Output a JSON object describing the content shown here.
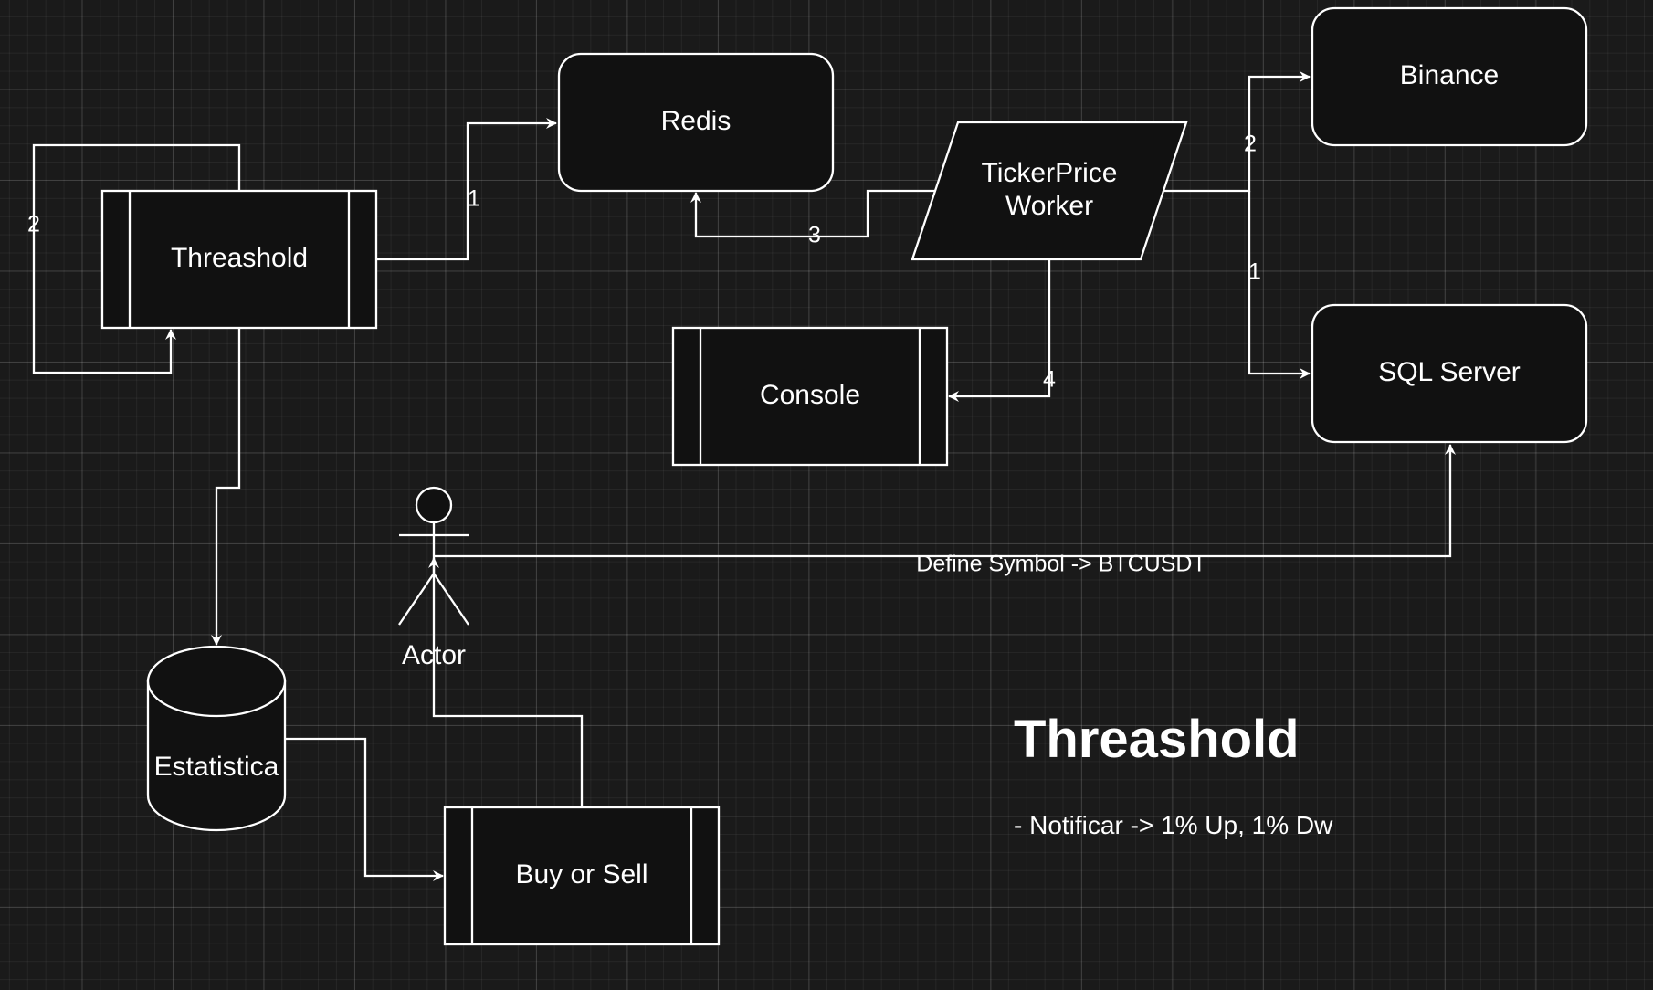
{
  "nodes": {
    "redis": "Redis",
    "binance": "Binance",
    "threashold": "Threashold",
    "ticker_line1": "TickerPrice",
    "ticker_line2": "Worker",
    "sql_server": "SQL Server",
    "console": "Console",
    "actor": "Actor",
    "estatistica": "Estatistica",
    "buy_or_sell": "Buy or Sell"
  },
  "edge_labels": {
    "threashold_to_redis": "1",
    "threashold_self": "2",
    "ticker_to_redis": "3",
    "ticker_to_console": "4",
    "ticker_to_binance": "2",
    "ticker_to_sql": "1",
    "actor_to_sql": "Define Symbol -> BTCUSDT"
  },
  "note": {
    "title": "Threashold",
    "line": "- Notificar -> 1% Up, 1% Dw"
  },
  "colors": {
    "background": "#1a1a1a",
    "shape_fill": "#111111",
    "stroke": "#ffffff"
  }
}
